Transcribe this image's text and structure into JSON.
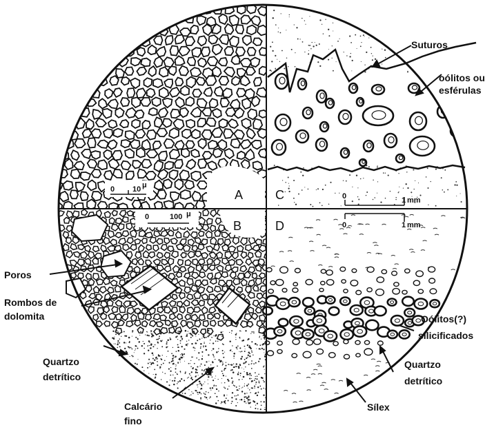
{
  "quadrants": {
    "a": "A",
    "b": "B",
    "c": "C",
    "d": "D"
  },
  "scales": {
    "a": {
      "zero": "0",
      "value": "10",
      "unit": "μ"
    },
    "b": {
      "zero": "0",
      "value": "100",
      "unit": "μ"
    },
    "c": {
      "zero": "0",
      "value": "1",
      "unit": "mm"
    },
    "d": {
      "zero": "0",
      "value": "1",
      "unit": "mm"
    }
  },
  "labels": {
    "suturos": "Suturos",
    "oolitos_line1": "oólitos ou",
    "oolitos_line2": "esférulas",
    "poros": "Poros",
    "rombos_line1": "Rombos de",
    "rombos_line2": "dolomita",
    "quartzo_b_line1": "Quartzo",
    "quartzo_b_line2": "detrítico",
    "calcario_line1": "Calcário",
    "calcario_line2": "fino",
    "oolitos_d_line1": "Oólitos(?)",
    "oolitos_d_line2": "silicificados",
    "quartzo_d_line1": "Quartzo",
    "quartzo_d_line2": "detrítico",
    "silex": "Sílex"
  }
}
